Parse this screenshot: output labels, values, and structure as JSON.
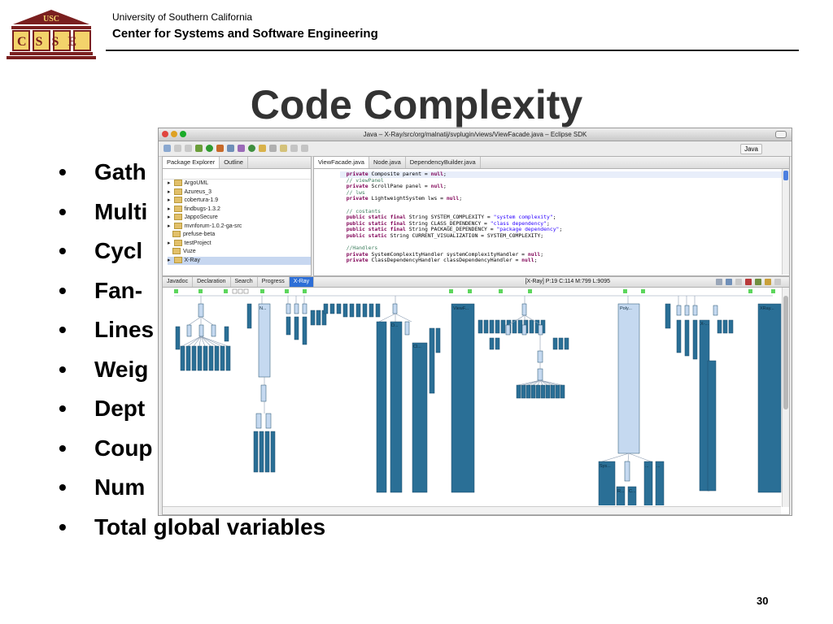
{
  "header": {
    "logo_text": "USC",
    "logo_letters": "CSSE",
    "university": "University of Southern California",
    "center": "Center for Systems and Software Engineering"
  },
  "slide": {
    "title": "Code Complexity",
    "bullets": [
      "Gath",
      "Multi",
      "Cycl",
      "Fan-",
      "Lines",
      "Weig",
      "Dept",
      "Coup",
      "Num",
      "Total global variables"
    ],
    "page_number": "30"
  },
  "eclipse": {
    "window_title": "Java – X-Ray/src/org/malnatij/svplugin/views/ViewFacade.java – Eclipse SDK",
    "perspective": "Java",
    "left_tabs": [
      "Package Explorer",
      "Outline"
    ],
    "tree": [
      "ArgoUML",
      "Azureus_3",
      "cobertura-1.9",
      "findbugs-1.3.2",
      "JappoSecure",
      "mvnforum-1.0.2-ga-src",
      "prefuse-beta",
      "testProject",
      "Vuze",
      "X-Ray"
    ],
    "tree_selected": "X-Ray",
    "editor_tabs": [
      "ViewFacade.java",
      "Node.java",
      "DependencyBuilder.java"
    ],
    "code": [
      {
        "t": "  private Composite parent = null;"
      },
      {
        "t": "  // viewPanel"
      },
      {
        "t": "  private ScrollPane panel = null;"
      },
      {
        "t": "  // lws"
      },
      {
        "t": "  private LightweightSystem lws = null;"
      },
      {
        "t": ""
      },
      {
        "t": "  // costants"
      },
      {
        "t": "  public static final String SYSTEM_COMPLEXITY = \"system complexity\";"
      },
      {
        "t": "  public static final String CLASS_DEPENDENCY = \"class dependency\";"
      },
      {
        "t": "  public static final String PACKAGE_DEPENDENCY = \"package dependency\";"
      },
      {
        "t": "  public static String CURRENT_VISUALIZATION = SYSTEM_COMPLEXITY;"
      },
      {
        "t": ""
      },
      {
        "t": "  //Handlers"
      },
      {
        "t": "  private SystemComplexityHandler systemComplexityHandler = null;"
      },
      {
        "t": "  private ClassDependencyHandler classDependencyHandler = null;"
      }
    ],
    "bottom_tabs": [
      "Javadoc",
      "Declaration",
      "Search",
      "Progress",
      "X-Ray"
    ],
    "active_bottom_tab": "X-Ray",
    "status": "[X-Ray] P:19 C:114 M:799 L:9095",
    "node_labels": [
      "N...",
      "D...",
      "Cl...",
      "ViewF...",
      "Poly...",
      "X-...",
      "XRay...",
      "Sys...",
      "...",
      "R...",
      "C..."
    ],
    "colors": {
      "dark_node": "#2a6f96",
      "light_node": "#c5d9f0",
      "package_marker": "#5cd65c",
      "selection": "#2d6ed6"
    }
  }
}
